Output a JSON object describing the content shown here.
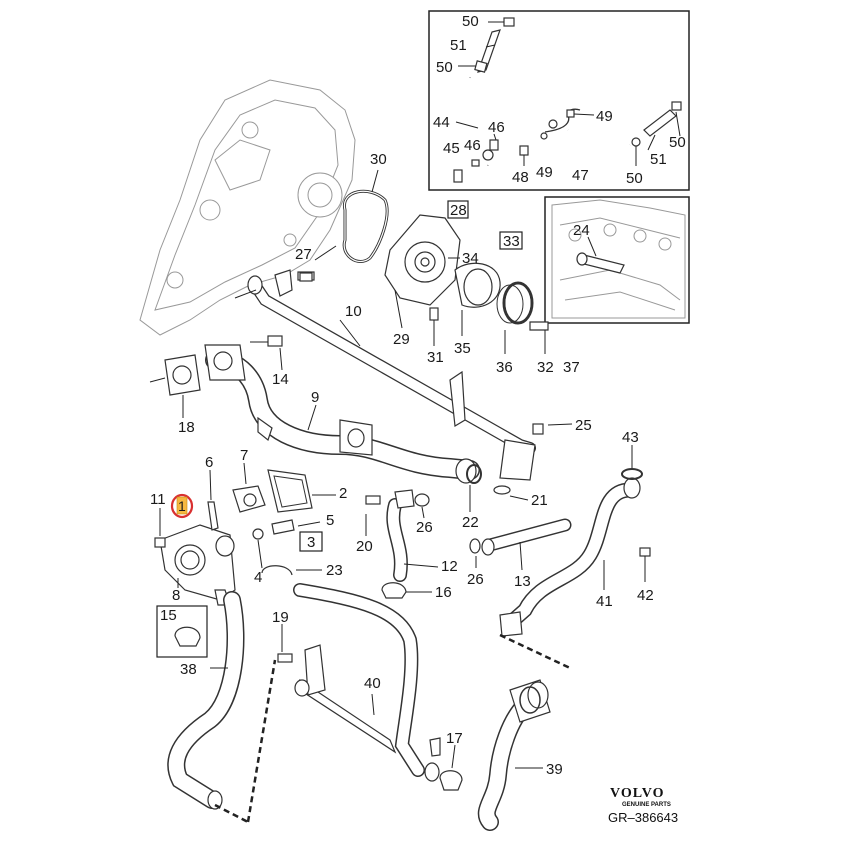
{
  "brand": {
    "logo_text": "VOLVO",
    "sub_text": "GENUINE PARTS"
  },
  "reference": "GR–386643",
  "highlight_color": "#d93030",
  "highlight_fill": "#f5b840",
  "labels": {
    "l1": "1",
    "l2": "2",
    "l3": "3",
    "l4": "4",
    "l5": "5",
    "l6": "6",
    "l7": "7",
    "l8": "8",
    "l9": "9",
    "l10": "10",
    "l11": "11",
    "l12": "12",
    "l13": "13",
    "l14": "14",
    "l15": "15",
    "l16": "16",
    "l17": "17",
    "l18": "18",
    "l19": "19",
    "l20": "20",
    "l21": "21",
    "l22": "22",
    "l23": "23",
    "l24": "24",
    "l25": "25",
    "l26a": "26",
    "l26b": "26",
    "l27": "27",
    "l28": "28",
    "l29": "29",
    "l30": "30",
    "l31": "31",
    "l32": "32",
    "l33": "33",
    "l34": "34",
    "l35": "35",
    "l36": "36",
    "l37": "37",
    "l38": "38",
    "l39": "39",
    "l40": "40",
    "l41": "41",
    "l42": "42",
    "l43": "43",
    "i44": "44",
    "i45": "45",
    "i46a": "46",
    "i46b": "46",
    "i47": "47",
    "i48": "48",
    "i49a": "49",
    "i49b": "49",
    "i50a": "50",
    "i50b": "50",
    "i50c": "50",
    "i50d": "50",
    "i51a": "51",
    "i51b": "51"
  }
}
